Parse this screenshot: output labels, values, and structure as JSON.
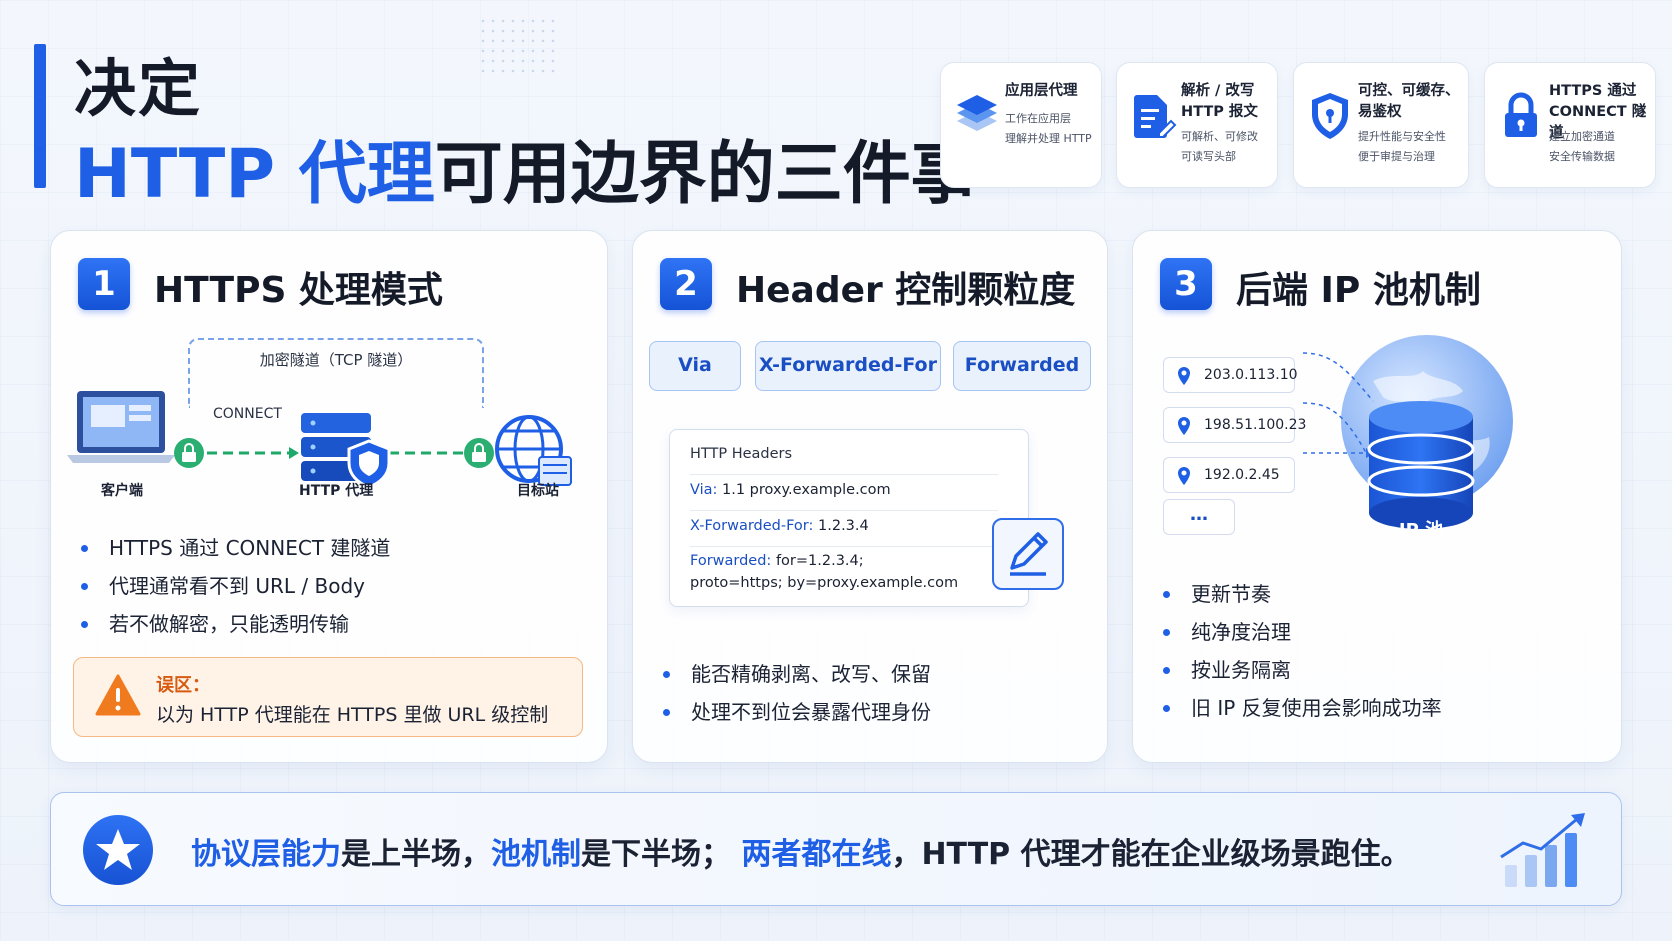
{
  "title": {
    "line1": "决定",
    "line2_accent": "HTTP 代理",
    "line2_rest": "可用边界的三件事"
  },
  "features": [
    {
      "icon": "layers-icon",
      "title": "应用层代理",
      "desc": "工作在应用层\n理解并处理 HTTP"
    },
    {
      "icon": "document-edit-icon",
      "title": "解析 / 改写\nHTTP 报文",
      "desc": "可解析、可修改\n可读写头部"
    },
    {
      "icon": "shield-lock-icon",
      "title": "可控、可缓存、\n易鉴权",
      "desc": "提升性能与安全性\n便于审提与治理"
    },
    {
      "icon": "padlock-icon",
      "title": "HTTPS 通过\nCONNECT 隧道",
      "desc": "建立加密通道\n安全传输数据"
    }
  ],
  "panel1": {
    "num": "1",
    "title": "HTTPS 处理模式",
    "tunnel_label": "加密隧道（TCP 隧道）",
    "connect_label": "CONNECT",
    "client_label": "客户端",
    "proxy_label": "HTTP 代理",
    "target_label": "目标站",
    "bullets": [
      "HTTPS 通过 CONNECT 建隧道",
      "代理通常看不到 URL / Body",
      "若不做解密，只能透明传输"
    ],
    "warning_title": "误区：",
    "warning_text": "以为 HTTP 代理能在 HTTPS 里做 URL 级控制"
  },
  "panel2": {
    "num": "2",
    "title": "Header 控制颗粒度",
    "chips": [
      "Via",
      "X-Forwarded-For",
      "Forwarded"
    ],
    "box_title": "HTTP Headers",
    "rows": [
      {
        "k": "Via:",
        "v": "1.1 proxy.example.com"
      },
      {
        "k": "X-Forwarded-For:",
        "v": "1.2.3.4"
      },
      {
        "k": "Forwarded:",
        "v": "for=1.2.3.4;"
      }
    ],
    "row_cont": "proto=https; by=proxy.example.com",
    "bullets": [
      "能否精确剥离、改写、保留",
      "处理不到位会暴露代理身份"
    ]
  },
  "panel3": {
    "num": "3",
    "title": "后端 IP 池机制",
    "ips": [
      "203.0.113.10",
      "198.51.100.23",
      "192.0.2.45"
    ],
    "more": "…",
    "pool_label": "IP 池",
    "bullets": [
      "更新节奏",
      "纯净度治理",
      "按业务隔离",
      "旧 IP 反复使用会影响成功率"
    ]
  },
  "banner": {
    "p1": "协议层能力",
    "p2": "是上半场，",
    "p3": "池机制",
    "p4": "是下半场；",
    "p5": "两者都在线",
    "p6": "，HTTP 代理才能在企业级场景跑住。"
  },
  "colors": {
    "accent": "#1e5fe6",
    "warning": "#d85a10",
    "text": "#1b2233"
  }
}
